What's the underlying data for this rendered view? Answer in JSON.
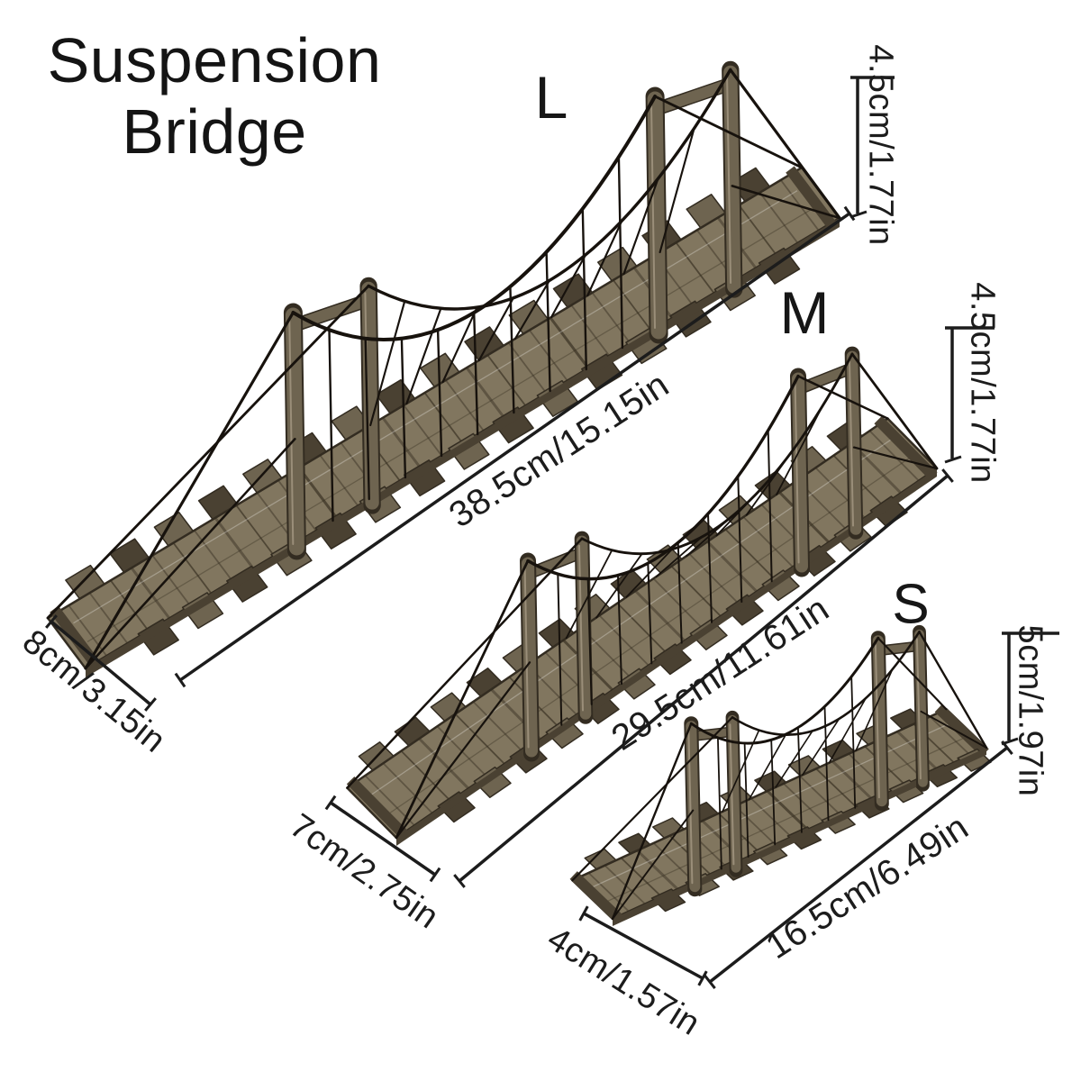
{
  "title": {
    "line1": "Suspension",
    "line2": "Bridge"
  },
  "sizes": [
    {
      "label": "L",
      "height": "4.5cm/1.77in",
      "length": "38.5cm/15.15in",
      "width": "8cm/3.15in"
    },
    {
      "label": "M",
      "height": "4.5cm/1.77in",
      "length": "29.5cm/11.61in",
      "width": "7cm/2.75in"
    },
    {
      "label": "S",
      "height": "5cm/1.97in",
      "length": "16.5cm/6.49in",
      "width": "4cm/1.57in"
    }
  ],
  "colors": {
    "background": "#ffffff",
    "text": "#1c1c1c",
    "dimension_line": "#1c1c1c",
    "rope": "#17120d",
    "wood_deck": "#81765f",
    "wood_light": "#9a8e79",
    "wood_mid": "#6e6450",
    "wood_dark": "#4a4132",
    "wood_outline": "#332c21"
  }
}
